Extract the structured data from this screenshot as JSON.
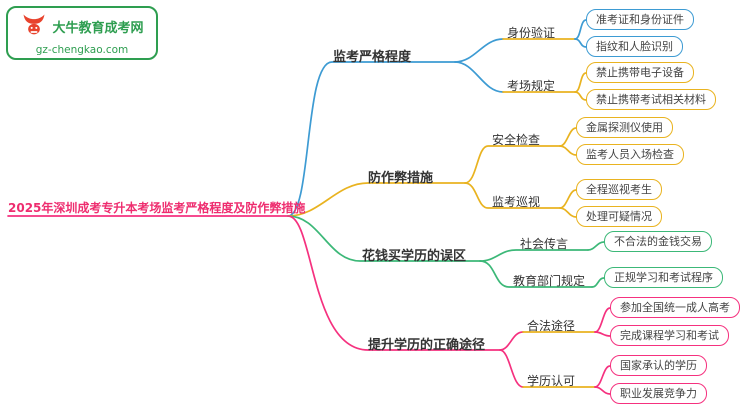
{
  "logo": {
    "site_name": "大牛教育成考网",
    "site_url": "gz-chengkao.com"
  },
  "root": {
    "label": "2025年深圳成考专升本考场监考严格程度及防作弊措施"
  },
  "branches": [
    {
      "label": "监考严格程度",
      "color": "#3d9bd3",
      "children": [
        {
          "label": "身份验证",
          "underline_color": "#e9b320",
          "leaf_color": "#3d9bd3",
          "leaves": [
            "准考证和身份证件",
            "指纹和人脸识别"
          ]
        },
        {
          "label": "考场规定",
          "underline_color": "#e9b320",
          "leaf_color": "#e9b320",
          "leaves": [
            "禁止携带电子设备",
            "禁止携带考试相关材料"
          ]
        }
      ]
    },
    {
      "label": "防作弊措施",
      "color": "#e9b320",
      "children": [
        {
          "label": "安全检查",
          "underline_color": "#e9b320",
          "leaf_color": "#e9b320",
          "leaves": [
            "金属探测仪使用",
            "监考人员入场检查"
          ]
        },
        {
          "label": "监考巡视",
          "underline_color": "#e9b320",
          "leaf_color": "#e9b320",
          "leaves": [
            "全程巡视考生",
            "处理可疑情况"
          ]
        }
      ]
    },
    {
      "label": "花钱买学历的误区",
      "color": "#3cb878",
      "children": [
        {
          "label": "社会传言",
          "underline_color": "#3cb878",
          "leaf_color": "#3cb878",
          "leaves": [
            "不合法的金钱交易"
          ]
        },
        {
          "label": "教育部门规定",
          "underline_color": "#3cb878",
          "leaf_color": "#3cb878",
          "leaves": [
            "正规学习和考试程序"
          ]
        }
      ]
    },
    {
      "label": "提升学历的正确途径",
      "color": "#f5317f",
      "children": [
        {
          "label": "合法途径",
          "underline_color": "#e9b320",
          "leaf_color": "#f5317f",
          "leaves": [
            "参加全国统一成人高考",
            "完成课程学习和考试"
          ]
        },
        {
          "label": "学历认可",
          "underline_color": "#e9b320",
          "leaf_color": "#f5317f",
          "leaves": [
            "国家承认的学历",
            "职业发展竞争力"
          ]
        }
      ]
    }
  ],
  "palette": {
    "blue": "#3d9bd3",
    "yellow": "#e9b320",
    "green": "#3cb878",
    "pink": "#f5317f",
    "root_text": "#ee2d6f",
    "logo_green": "#2e9e50",
    "logo_red": "#e8432d",
    "node_text": "#333333",
    "background": "#ffffff"
  }
}
